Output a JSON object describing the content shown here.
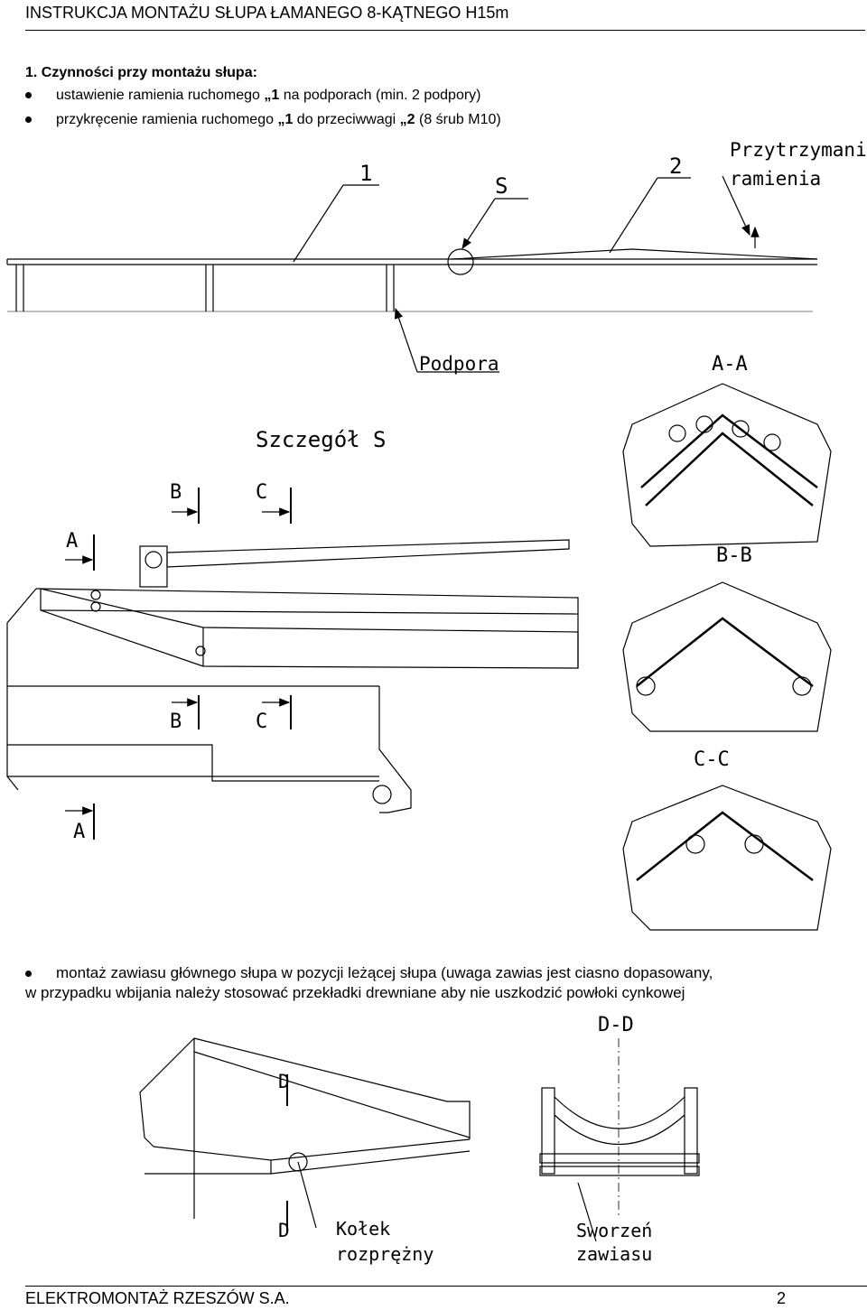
{
  "header": {
    "title": "INSTRUKCJA MONTAŻU SŁUPA ŁAMANEGO 8-KĄTNEGO H15m"
  },
  "section": {
    "heading": "1.   Czynności przy montażu słupa:"
  },
  "bullets": [
    {
      "pre": "ustawienie ramienia ruchomego ",
      "b1": "„1",
      "post": "  na podporach (min. 2 podpory)"
    },
    {
      "pre": "przykręcenie ramienia ruchomego ",
      "b1": "„1",
      "mid": "  do przeciwwagi ",
      "b2": "„2",
      "post": "  (8 śrub M10)"
    }
  ],
  "drawing1": {
    "label_1": "1",
    "label_s": "S",
    "label_2": "2",
    "label_hold_1": "Przytrzymanie",
    "label_hold_2": "ramienia",
    "label_support": "Podpora"
  },
  "detail": {
    "title": "Szczegół S",
    "label_a_top": "A",
    "label_b_top": "B",
    "label_c_top": "C",
    "label_b_bot": "B",
    "label_c_bot": "C",
    "label_a_bot": "A",
    "section_aa": "A-A",
    "section_bb": "B-B",
    "section_cc": "C-C"
  },
  "note": {
    "line1": "montaż zawiasu głównego słupa w pozycji leżącej słupa (uwaga zawias jest ciasno dopasowany,",
    "line2": "w przypadku wbijania należy stosować przekładki drewniane aby nie uszkodzić powłoki cynkowej"
  },
  "hinge": {
    "label_d_top": "D",
    "label_d_bot": "D",
    "section_dd": "D-D",
    "pin_1": "Kołek",
    "pin_2": "rozprężny",
    "bolt_1": "Sworzeń",
    "bolt_2": "zawiasu"
  },
  "footer": {
    "company": "ELEKTROMONTAŻ RZESZÓW S.A.",
    "page": "2"
  }
}
